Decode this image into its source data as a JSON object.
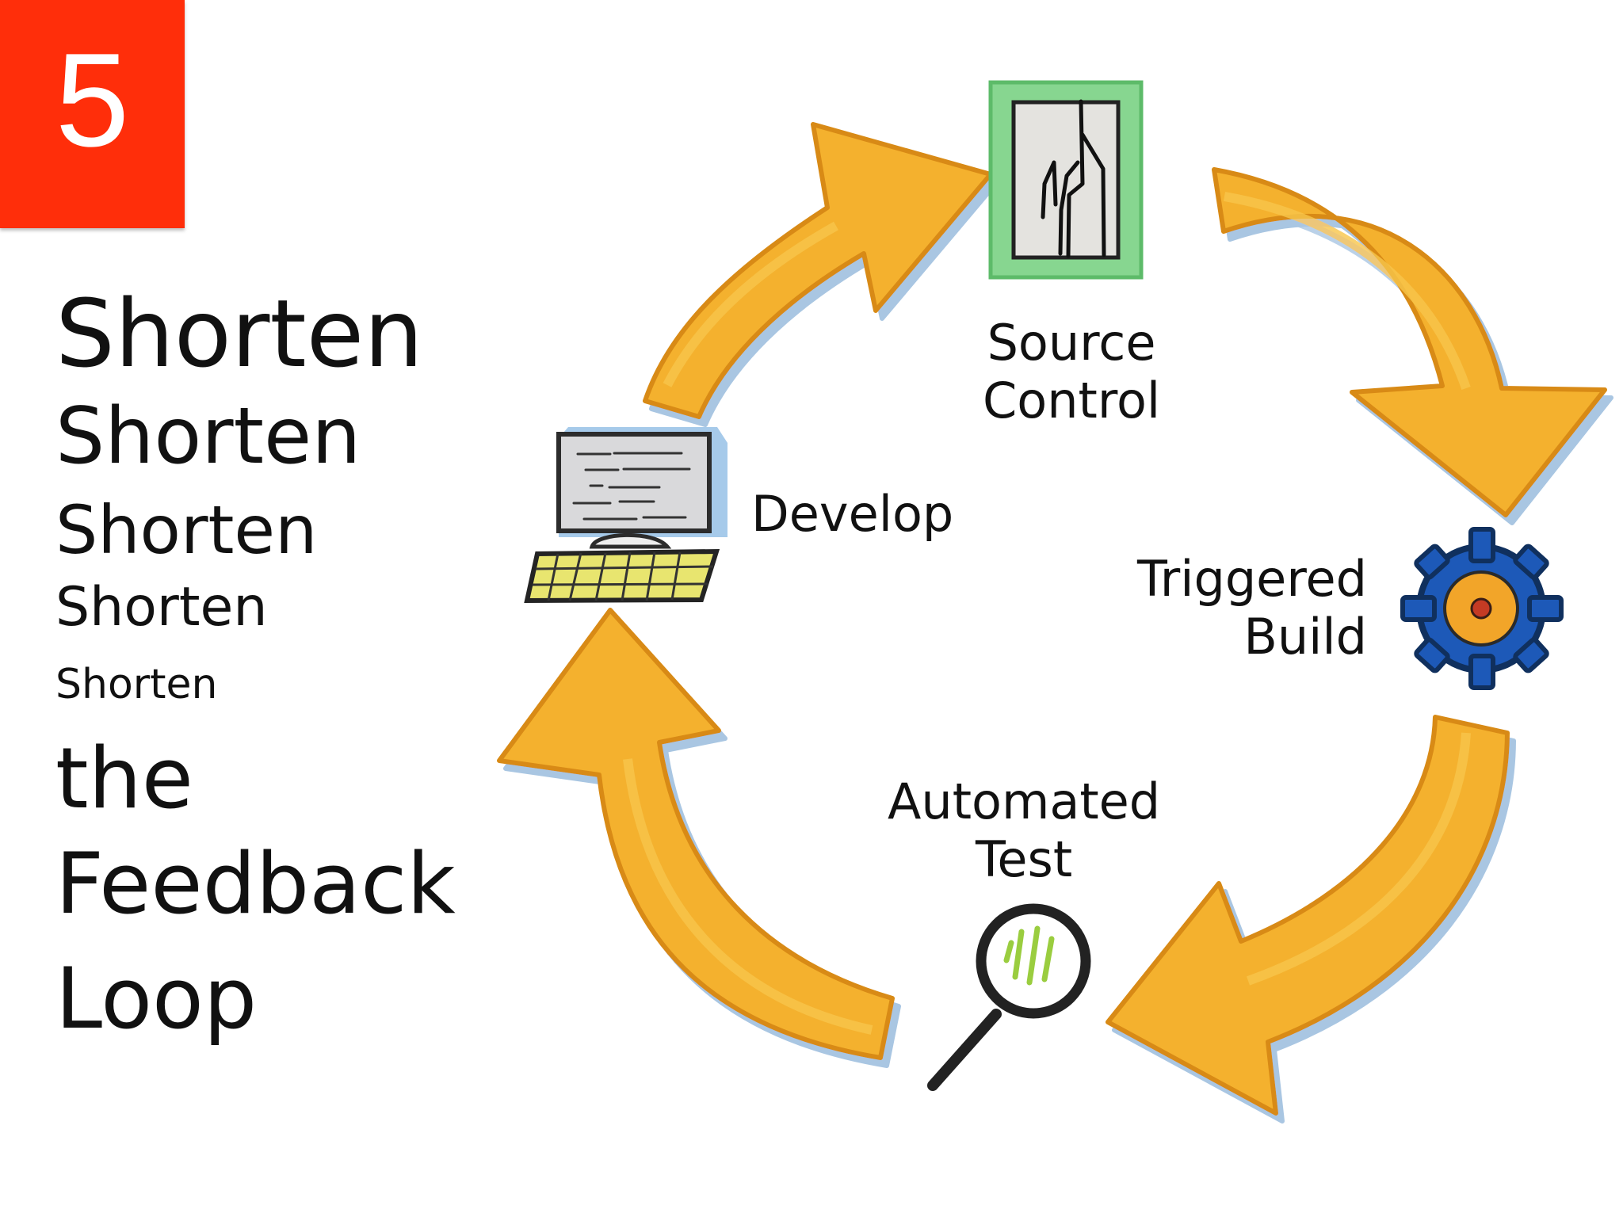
{
  "slide": {
    "badge_number": "5",
    "headline": [
      "Shorten",
      "Shorten",
      "Shorten",
      "Shorten",
      "Shorten",
      "the",
      "Feedback",
      "Loop"
    ]
  },
  "diagram": {
    "nodes": [
      {
        "id": "source-control",
        "lines": [
          "Source",
          "Control"
        ],
        "icon": "source-control-icon"
      },
      {
        "id": "triggered-build",
        "lines": [
          "Triggered",
          "Build"
        ],
        "icon": "gear-icon"
      },
      {
        "id": "automated-test",
        "lines": [
          "Automated",
          "Test"
        ],
        "icon": "magnifying-glass-icon"
      },
      {
        "id": "develop",
        "lines": [
          "Develop"
        ],
        "icon": "computer-icon"
      }
    ],
    "flow": [
      "develop",
      "source-control",
      "triggered-build",
      "automated-test",
      "develop"
    ]
  },
  "colors": {
    "badge_red": "#ff2e0a",
    "arrow_orange": "#f4b12f",
    "arrow_outline": "#d88a12",
    "source_green": "#87d690",
    "gear_blue": "#1d59b8",
    "gear_center": "#f2a529",
    "screen_gray": "#d9d9db",
    "keyboard_yellow": "#e8e56f"
  }
}
